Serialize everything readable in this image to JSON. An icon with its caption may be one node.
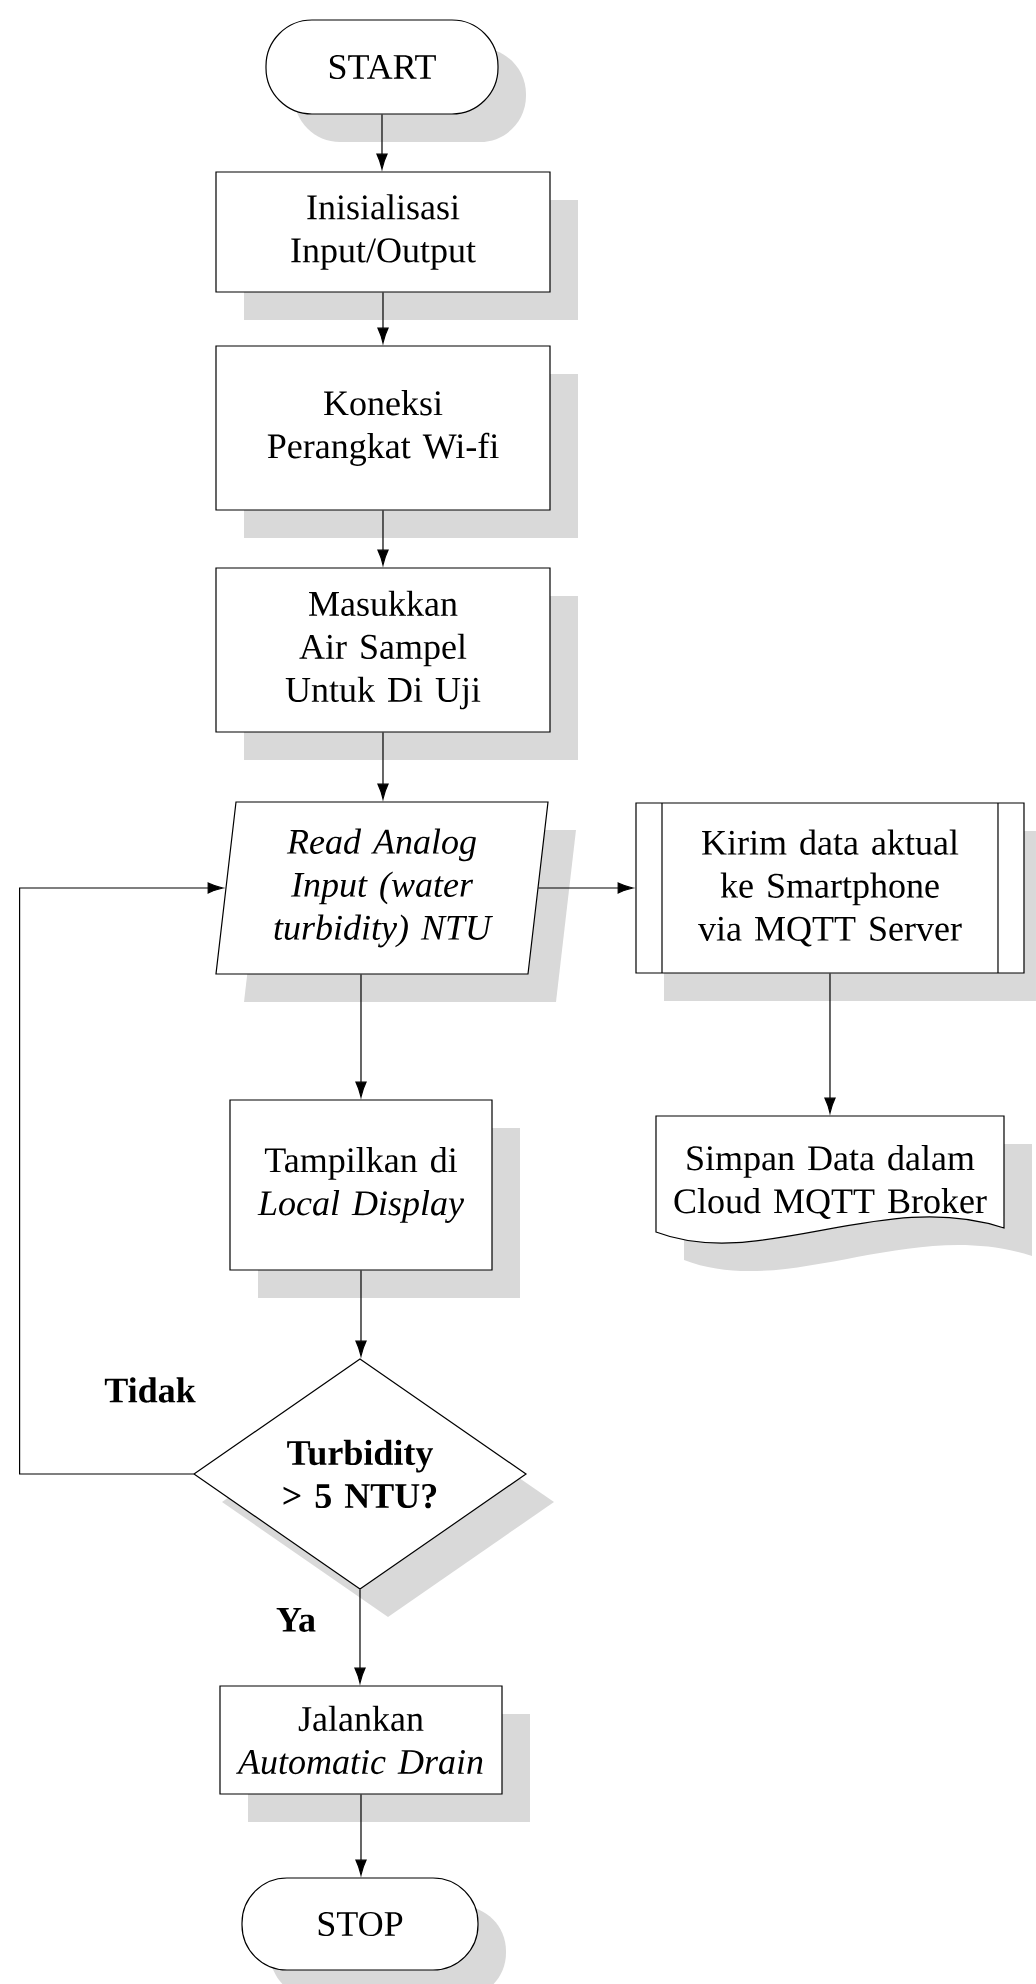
{
  "diagram": {
    "nodes": [
      {
        "text": [
          "START"
        ]
      },
      {
        "text": [
          "Inisialisasi Input/Output"
        ]
      },
      {
        "text": [
          "Koneksi Perangkat Wi-fi"
        ]
      },
      {
        "text": [
          "Masukkan Air Sampel Untuk Di Uji"
        ]
      },
      {
        "text": [
          "Read Analog Input (water turbidity) NTU"
        ]
      },
      {
        "text": [
          "Kirim data aktual ke Smartphone via MQTT Server"
        ]
      },
      {
        "text": [
          "Simpan Data dalam Cloud MQTT Broker"
        ]
      },
      {
        "text": [
          "Tampilkan di *Local Display*"
        ]
      },
      {
        "text": [
          "Turbidity > 5 NTU?"
        ]
      },
      {
        "text": [
          "Jalankan *Automatic Drain*"
        ]
      },
      {
        "text": [
          "STOP"
        ]
      }
    ],
    "edges": [
      {
        "from": 0,
        "to": 1,
        "arrow": "to"
      },
      {
        "from": 1,
        "to": 2,
        "arrow": "to"
      },
      {
        "from": 2,
        "to": 3,
        "arrow": "to"
      },
      {
        "from": 3,
        "to": 4,
        "arrow": "to"
      },
      {
        "from": 4,
        "to": 5,
        "arrow": "to"
      },
      {
        "from": 5,
        "to": 6,
        "arrow": "to"
      },
      {
        "from": 4,
        "to": 7,
        "arrow": "to"
      },
      {
        "from": 7,
        "to": 8,
        "arrow": "to"
      },
      {
        "from": 8,
        "to": 4,
        "arrow": "to",
        "label": "Tidak"
      },
      {
        "from": 8,
        "to": 9,
        "arrow": "to",
        "label": "Ya"
      },
      {
        "from": 9,
        "to": 10,
        "arrow": "to"
      }
    ]
  }
}
